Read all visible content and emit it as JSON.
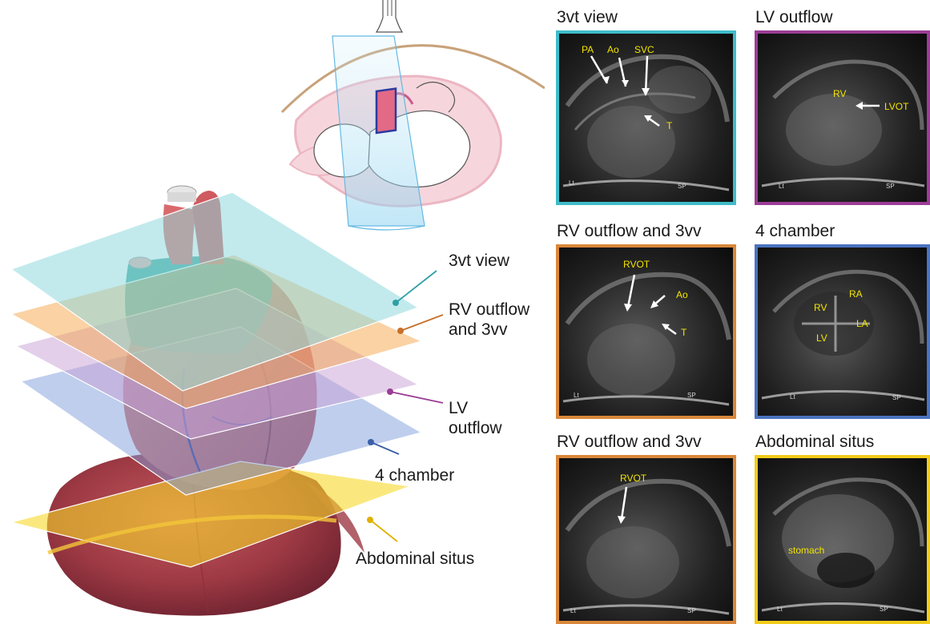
{
  "plane_labels": {
    "view_3vt": "3vt view",
    "rv_outflow_line1": "RV outflow",
    "rv_outflow_line2": "and 3vv",
    "lv_outflow_line1": "LV",
    "lv_outflow_line2": "outflow",
    "four_chamber": "4 chamber",
    "abdominal_situs": "Abdominal situs"
  },
  "panels": [
    {
      "title": "3vt view",
      "frame_color": "#3fbcc9",
      "annotations": [
        "PA",
        "Ao",
        "SVC",
        "T"
      ],
      "corner_left": "Lt",
      "corner_right": "SP"
    },
    {
      "title": "LV outflow",
      "frame_color": "#9b3d96",
      "annotations": [
        "RV",
        "LVOT"
      ],
      "corner_left": "Lt",
      "corner_right": "SP"
    },
    {
      "title": "RV outflow and 3vv",
      "frame_color": "#d9873a",
      "annotations": [
        "RVOT",
        "Ao",
        "T"
      ],
      "corner_left": "Lt",
      "corner_right": "SP"
    },
    {
      "title": "4 chamber",
      "frame_color": "#4a73c0",
      "annotations": [
        "RA",
        "RV",
        "LA",
        "LV"
      ],
      "corner_left": "Lt",
      "corner_right": "SP"
    },
    {
      "title": "RV outflow and 3vv",
      "frame_color": "#d9873a",
      "annotations": [
        "RVOT"
      ],
      "corner_left": "Lt",
      "corner_right": "SP"
    },
    {
      "title": "Abdominal situs",
      "frame_color": "#f1cc1b",
      "annotations": [
        "stomach"
      ],
      "corner_left": "Lt",
      "corner_right": "SP"
    }
  ],
  "colors": {
    "plane_3vt": "#8fd8dc",
    "plane_rv_outflow": "#f6a64a",
    "plane_lv_outflow": "#c79fd6",
    "plane_4_chamber": "#8fa9e0",
    "plane_abdominal": "#f6d92a",
    "leader_3vt": "#2f9fa6",
    "leader_rv_outflow": "#c8702a",
    "leader_lv_outflow": "#9b3d96",
    "leader_4_chamber": "#3b5fa8",
    "leader_abdominal": "#e0b100"
  }
}
